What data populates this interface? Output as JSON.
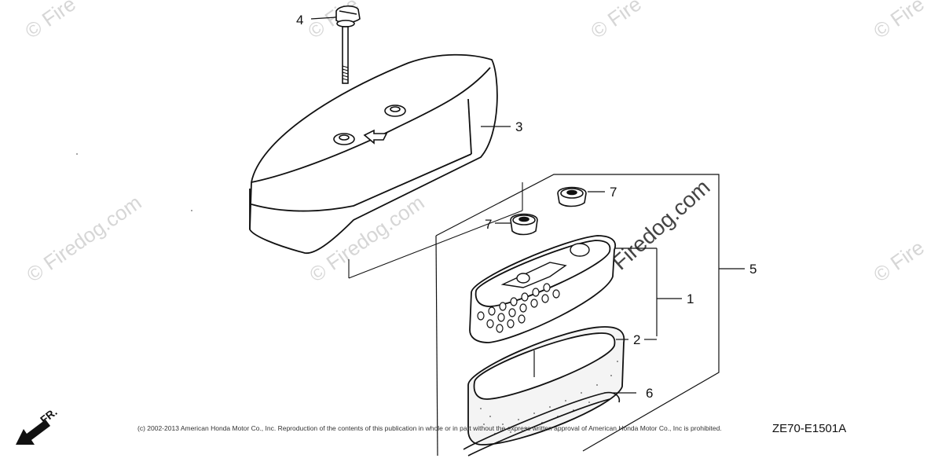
{
  "watermark": {
    "text": "Firedog.com",
    "corner_text": "© Fire",
    "mid_text": "© Firedog.com"
  },
  "callouts": [
    {
      "id": "4",
      "label": "4"
    },
    {
      "id": "3",
      "label": "3"
    },
    {
      "id": "7a",
      "label": "7"
    },
    {
      "id": "7b",
      "label": "7"
    },
    {
      "id": "5",
      "label": "5"
    },
    {
      "id": "1",
      "label": "1"
    },
    {
      "id": "2",
      "label": "2"
    },
    {
      "id": "6",
      "label": "6"
    }
  ],
  "direction_label": "FR.",
  "copyright": "(c) 2002-2013 American Honda Motor Co., Inc. Reproduction of the contents of this publication in whole or in part without the express written approval of American Honda Motor Co., Inc is prohibited.",
  "diagram_code": "ZE70-E1501A"
}
